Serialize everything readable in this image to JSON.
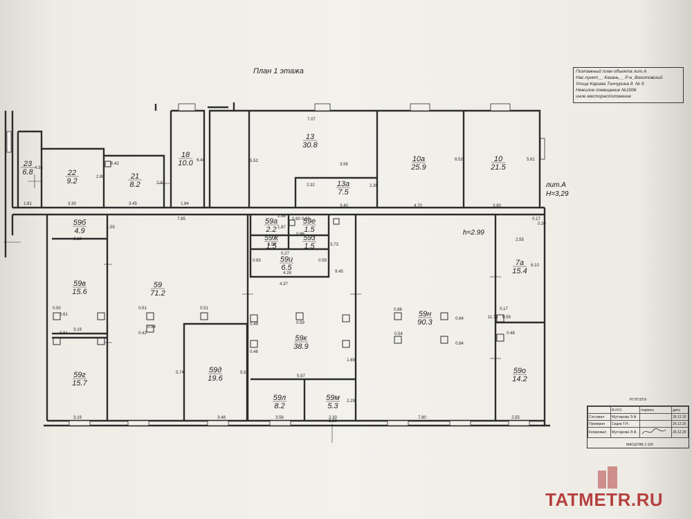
{
  "plan_title": "План 1 этажа",
  "info_block": {
    "line1": "Поэтажный план объекта лит.А",
    "line2": "Нас.пункт__ Казань__ Р-н_Вахитовский",
    "line3": "Улица Карима Тинчурина д. № 9",
    "line4": "Нежилое помещение №1006",
    "line5": "иное месторасположение"
  },
  "lit_label": "лит.А",
  "height_label_1": "H=3,29",
  "height_label_2": "h=2.99",
  "rooms": [
    {
      "no": "23",
      "area": "6.8"
    },
    {
      "no": "22",
      "area": "9.2"
    },
    {
      "no": "21",
      "area": "8.2"
    },
    {
      "no": "18",
      "area": "10.0"
    },
    {
      "no": "13",
      "area": "30.8"
    },
    {
      "no": "13а",
      "area": "7.5"
    },
    {
      "no": "10а",
      "area": "25.9"
    },
    {
      "no": "10",
      "area": "21.5"
    },
    {
      "no": "59б",
      "area": "4.9"
    },
    {
      "no": "59в",
      "area": "15.6"
    },
    {
      "no": "59г",
      "area": "15.7"
    },
    {
      "no": "59",
      "area": "71.2"
    },
    {
      "no": "59д",
      "area": "19.6"
    },
    {
      "no": "59а",
      "area": "2.2"
    },
    {
      "no": "59е",
      "area": "1.5"
    },
    {
      "no": "59ж",
      "area": "1.5"
    },
    {
      "no": "59з",
      "area": "1.5"
    },
    {
      "no": "59и",
      "area": "6.5"
    },
    {
      "no": "59к",
      "area": "38.9"
    },
    {
      "no": "59л",
      "area": "8.2"
    },
    {
      "no": "59м",
      "area": "5.3"
    },
    {
      "no": "59н",
      "area": "90.3"
    },
    {
      "no": "7а",
      "area": "15.4"
    },
    {
      "no": "59о",
      "area": "14.2"
    }
  ],
  "dimensions": [
    "1.81",
    "3.30",
    "3.45",
    "1.84",
    "7.07",
    "5.52",
    "3.56",
    "2.32",
    "2.30",
    "3.40",
    "4.70",
    "3.90",
    "6.52",
    "5.81",
    "7.85",
    "3.19",
    "3.19",
    "3.19",
    "3.48",
    "3.56",
    "2.30",
    "7.80",
    "2.55",
    "5.97",
    "4.37",
    "4.28",
    "2.55",
    "6.10",
    "11.79",
    "9.45",
    "5.74",
    "5.53",
    "6.44",
    "4.36",
    "2.80",
    "2.41",
    "0.42",
    "0.61",
    "0.50",
    "0.51",
    "0.51",
    "0.81",
    "0.54",
    "0.42",
    "0.59",
    "0.49",
    "0.48",
    "0.86",
    "0.64",
    "0.84",
    "0.54",
    "0.17",
    "0.30",
    "0.17",
    "0.59",
    "0.48",
    "1.69",
    "2.29",
    "2.30",
    "1.55",
    "1.87",
    "2.48",
    "0.90",
    "0.90",
    "0.83",
    "0.27",
    "0.59",
    "1.56",
    "0.96",
    "3.73"
  ],
  "stamp": {
    "header": "РГУП БТИ",
    "col1": "Ф.И.О.",
    "col2": "подпись",
    "col3": "дата",
    "rows": [
      {
        "role": "Составил",
        "name": "Мустарова Э.Ф.",
        "date": "26.12.20"
      },
      {
        "role": "Проверил",
        "name": "Седов Т.Н.",
        "date": "26.12.20"
      },
      {
        "role": "Копировал",
        "name": "Мустарова Э.Ф.",
        "date": "26.12.20"
      }
    ],
    "scale": "МАСШТАБ 1:100"
  },
  "watermark": "TATMETR.RU",
  "colors": {
    "wall": "#2b2b2b",
    "paper": "#f3f1ec",
    "watermark": "#b5413f"
  }
}
